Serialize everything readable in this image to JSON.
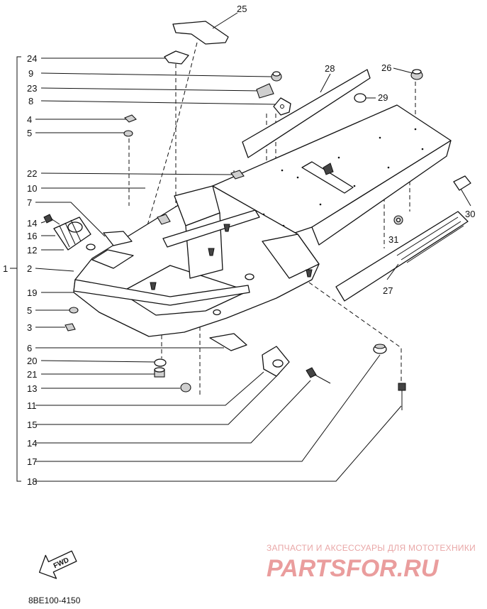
{
  "callouts_left": [
    {
      "id": "l24",
      "label": "24"
    },
    {
      "id": "l9",
      "label": "9"
    },
    {
      "id": "l23",
      "label": "23"
    },
    {
      "id": "l8",
      "label": "8"
    },
    {
      "id": "l4",
      "label": "4"
    },
    {
      "id": "l5a",
      "label": "5"
    },
    {
      "id": "l22",
      "label": "22"
    },
    {
      "id": "l10",
      "label": "10"
    },
    {
      "id": "l7",
      "label": "7"
    },
    {
      "id": "l14a",
      "label": "14"
    },
    {
      "id": "l16",
      "label": "16"
    },
    {
      "id": "l12",
      "label": "12"
    },
    {
      "id": "l1",
      "label": "1"
    },
    {
      "id": "l2",
      "label": "2"
    },
    {
      "id": "l19",
      "label": "19"
    },
    {
      "id": "l5b",
      "label": "5"
    },
    {
      "id": "l3",
      "label": "3"
    },
    {
      "id": "l6",
      "label": "6"
    },
    {
      "id": "l20",
      "label": "20"
    },
    {
      "id": "l21",
      "label": "21"
    },
    {
      "id": "l13",
      "label": "13"
    },
    {
      "id": "l11",
      "label": "11"
    },
    {
      "id": "l15",
      "label": "15"
    },
    {
      "id": "l14b",
      "label": "14"
    },
    {
      "id": "l17",
      "label": "17"
    },
    {
      "id": "l18",
      "label": "18"
    }
  ],
  "callouts_other": [
    {
      "id": "c25",
      "label": "25"
    },
    {
      "id": "c28",
      "label": "28"
    },
    {
      "id": "c26",
      "label": "26"
    },
    {
      "id": "c29",
      "label": "29"
    },
    {
      "id": "c30",
      "label": "30"
    },
    {
      "id": "c31",
      "label": "31"
    },
    {
      "id": "c27",
      "label": "27"
    }
  ],
  "fwd_label": "FWD",
  "diagram_code": "8BE100-4150",
  "watermark": {
    "tagline": "ЗАПЧАСТИ И АКСЕССУАРЫ ДЛЯ МОТОТЕХНИКИ",
    "logo_text": "PARTSFOR.RU",
    "color": "#ea9d9d"
  }
}
